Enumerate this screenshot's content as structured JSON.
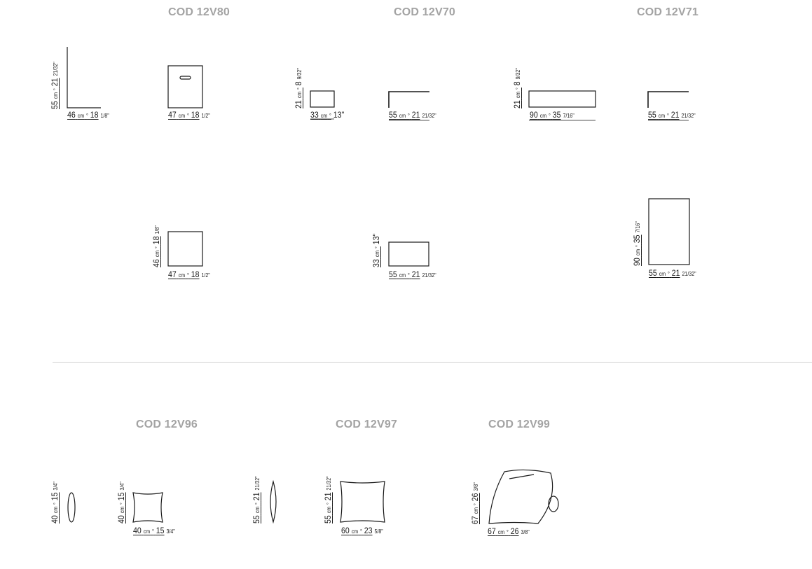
{
  "sections": {
    "top_titles": [
      "COD 12V80",
      "COD 12V70",
      "COD 12V71"
    ],
    "bottom_titles": [
      "COD 12V96",
      "COD 12V97",
      "COD 12V99"
    ]
  },
  "dims": {
    "v80_side_h": {
      "a": "55",
      "u": "cm",
      "b": "21",
      "f": "21/32\""
    },
    "v80_side_w": {
      "a": "46",
      "u": "cm",
      "b": "18",
      "f": "1/8\""
    },
    "v80_front_w": {
      "a": "47",
      "u": "cm",
      "b": "18",
      "f": "1/2\""
    },
    "v80_top_h": {
      "a": "46",
      "u": "cm",
      "b": "18",
      "f": "1/8\""
    },
    "v80_top_w": {
      "a": "47",
      "u": "cm",
      "b": "18",
      "f": "1/2\""
    },
    "v70_front_h": {
      "a": "21",
      "u": "cm",
      "b": "8",
      "f": "9/32\""
    },
    "v70_front_w": {
      "a": "33",
      "u": "cm",
      "b": "13\"",
      "f": ""
    },
    "v70_side_w": {
      "a": "55",
      "u": "cm",
      "b": "21",
      "f": "21/32\""
    },
    "v70_top_h": {
      "a": "33",
      "u": "cm",
      "b": "13\"",
      "f": ""
    },
    "v70_top_w": {
      "a": "55",
      "u": "cm",
      "b": "21",
      "f": "21/32\""
    },
    "v71_front_h": {
      "a": "21",
      "u": "cm",
      "b": "8",
      "f": "9/32\""
    },
    "v71_front_w": {
      "a": "90",
      "u": "cm",
      "b": "35",
      "f": "7/16\""
    },
    "v71_side_w": {
      "a": "55",
      "u": "cm",
      "b": "21",
      "f": "21/32\""
    },
    "v71_top_h": {
      "a": "90",
      "u": "cm",
      "b": "35",
      "f": "7/16\""
    },
    "v71_top_w": {
      "a": "55",
      "u": "cm",
      "b": "21",
      "f": "21/32\""
    },
    "v96_side_h": {
      "a": "40",
      "u": "cm",
      "b": "15",
      "f": "3/4\""
    },
    "v96_front_h": {
      "a": "40",
      "u": "cm",
      "b": "15",
      "f": "3/4\""
    },
    "v96_front_w": {
      "a": "40",
      "u": "cm",
      "b": "15",
      "f": "3/4\""
    },
    "v97_side_h": {
      "a": "55",
      "u": "cm",
      "b": "21",
      "f": "21/32\""
    },
    "v97_front_h": {
      "a": "55",
      "u": "cm",
      "b": "21",
      "f": "21/32\""
    },
    "v97_front_w": {
      "a": "60",
      "u": "cm",
      "b": "23",
      "f": "5/8\""
    },
    "v99_h": {
      "a": "67",
      "u": "cm",
      "b": "26",
      "f": "3/8\""
    },
    "v99_w": {
      "a": "67",
      "u": "cm",
      "b": "26",
      "f": "3/8\""
    }
  },
  "separator": "°"
}
